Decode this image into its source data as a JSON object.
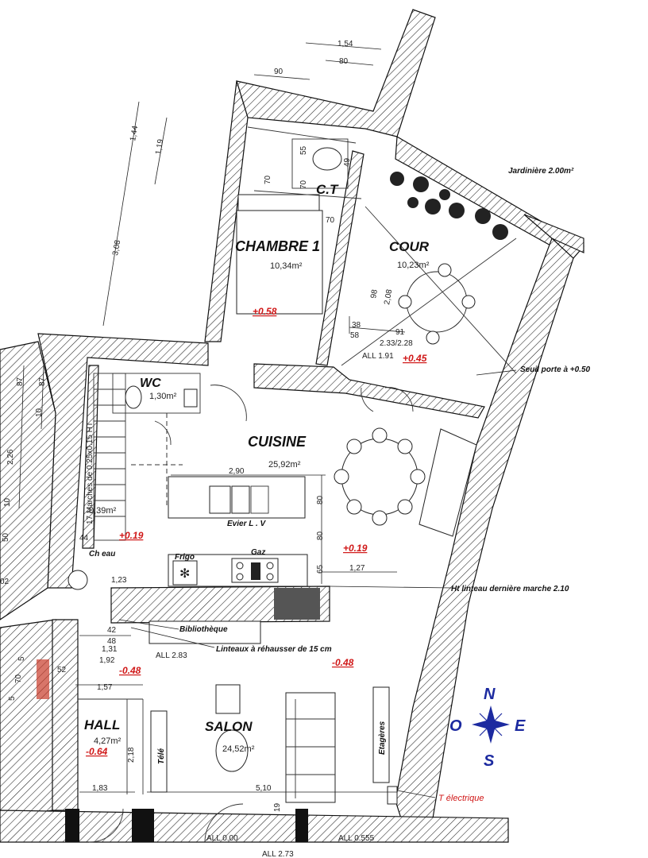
{
  "rooms": {
    "chambre": {
      "name": "CHAMBRE 1",
      "area": "10,34m²",
      "level": "+0.58"
    },
    "ct": {
      "name": "C.T"
    },
    "cour": {
      "name": "COUR",
      "area": "10,23m²",
      "level": "+0.45",
      "all": "ALL 1.91"
    },
    "wc": {
      "name": "WC",
      "area": "1,30m²"
    },
    "cuisine": {
      "name": "CUISINE",
      "area": "25,92m²",
      "level_left": "+0.19",
      "level_right": "+0.19"
    },
    "escalier": {
      "area": "0,39m²",
      "label": "17 Marches de 0.25x0.15 HT"
    },
    "hall": {
      "name": "HALL",
      "area": "4,27m²",
      "level": "-0.64"
    },
    "salon": {
      "name": "SALON",
      "area": "24,52m²",
      "level_left": "-0.48",
      "level_right": "-0.48"
    }
  },
  "labels": {
    "jardiniere": "Jardinière 2.00m²",
    "seuil": "Seuil porte à +0.50",
    "ht_linteau": "Ht linteau dernière marche 2.10",
    "linteaux": "Linteaux à réhausser de 15 cm",
    "bibliotheque": "Bibliothèque",
    "frigo": "Frigo",
    "gaz": "Gaz",
    "evier": "Evier  L . V",
    "ch_eau": "Ch eau",
    "tele": "Télé",
    "etageres": "Etagères",
    "t_electrique": "T électrique",
    "all_283": "ALL 2.83",
    "all_000": "ALL 0.00",
    "all_0555": "ALL 0.555",
    "all_273": "ALL 2.73"
  },
  "dims": {
    "d154": "1,54",
    "d80a": "80",
    "d90": "90",
    "d144": "1,44",
    "d119": "1,19",
    "d308": "3,08",
    "d55": "55",
    "d49": "49",
    "d70a": "70",
    "d70b": "70",
    "d70c": "70",
    "d98": "98",
    "d208": "2,08",
    "d38": "38",
    "d58": "58",
    "d91": "91",
    "d233": "2.33/2.28",
    "d87a": "87",
    "d87b": "87",
    "d10": "10",
    "d226": "2,26",
    "d10b": "10",
    "d290": "2,90",
    "d80b": "80",
    "d80c": "80",
    "d65": "65",
    "d127": "1,27",
    "d44": "44",
    "d123": "1,23",
    "d42": "42",
    "d48": "48",
    "d131": "1,31",
    "d192": "1,92",
    "d52": "52",
    "d157": "1,57",
    "d218": "2,18",
    "d183": "1,83",
    "d510": "5,10",
    "d19": "19",
    "d5": "5",
    "d70d": "70",
    "d5b": "5",
    "d02": "02",
    "d50": "50"
  },
  "compass": {
    "n": "N",
    "s": "S",
    "e": "E",
    "o": "O"
  },
  "colors": {
    "level": "#d01818",
    "compass": "#1c2aa0",
    "wall": "#111111"
  }
}
